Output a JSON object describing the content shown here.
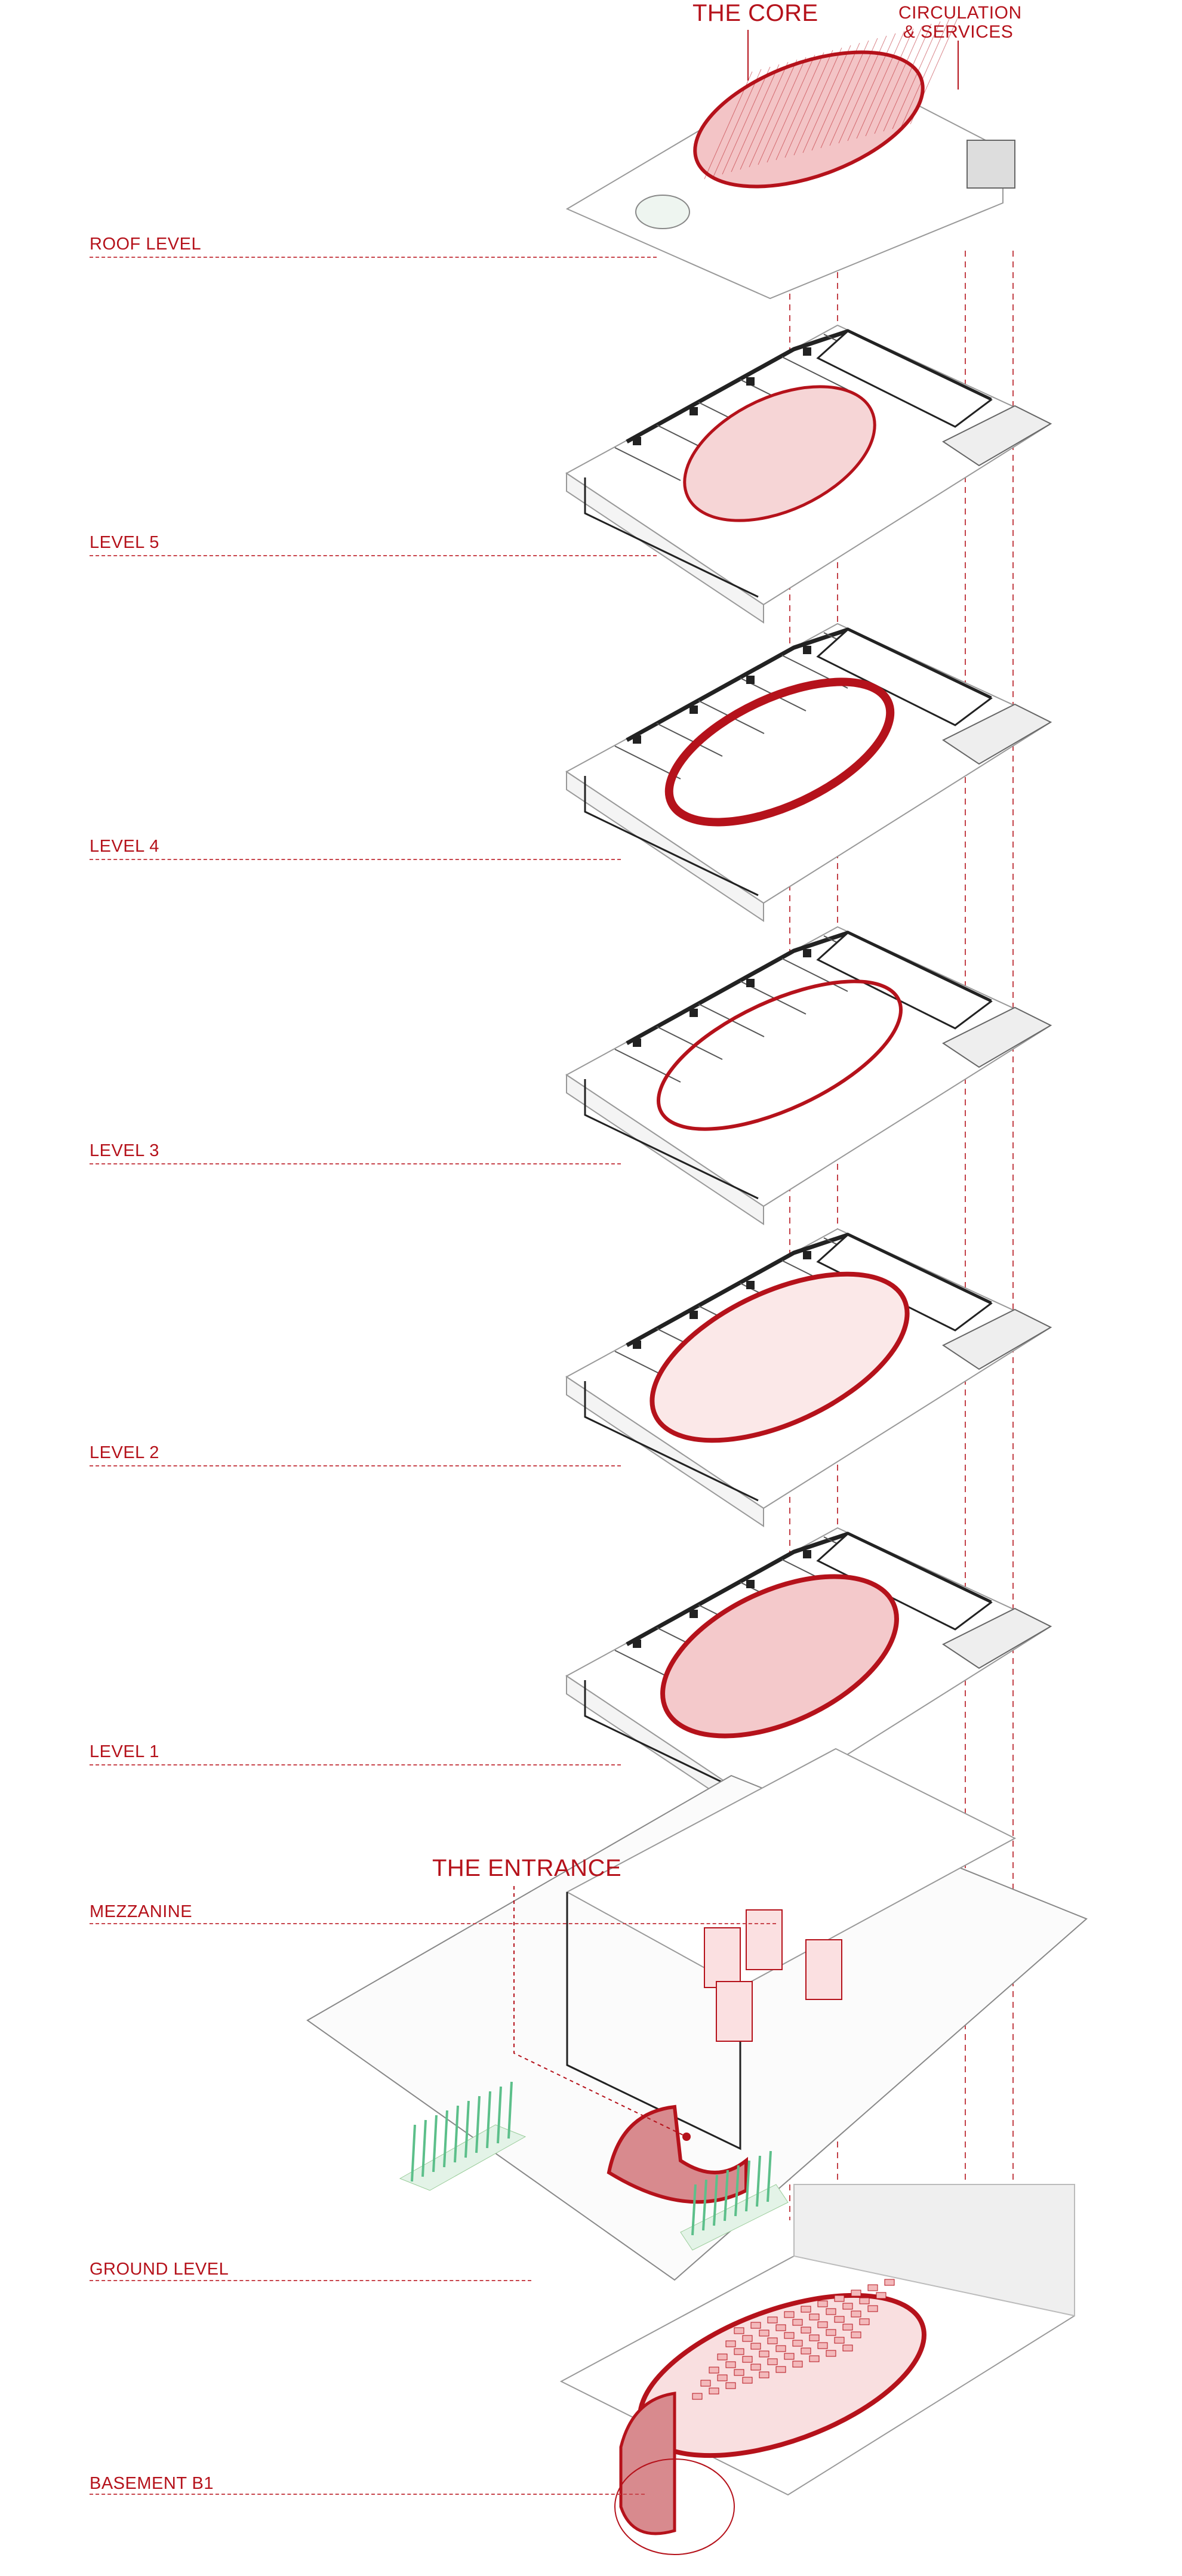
{
  "annotations": {
    "core": "THE CORE",
    "circulation_line1": "CIRCULATION",
    "circulation_line2": "& SERVICES",
    "entrance": "THE ENTRANCE"
  },
  "levels": [
    {
      "label": "ROOF LEVEL"
    },
    {
      "label": "LEVEL 5"
    },
    {
      "label": "LEVEL 4"
    },
    {
      "label": "LEVEL 3"
    },
    {
      "label": "LEVEL 2"
    },
    {
      "label": "LEVEL 1"
    },
    {
      "label": "MEZZANINE"
    },
    {
      "label": "GROUND LEVEL"
    },
    {
      "label": "BASEMENT B1"
    }
  ],
  "colors": {
    "accent": "#b5121b",
    "line": "#222222",
    "fill_red": "#e9a3a6",
    "plant": "#5cbf8a"
  }
}
